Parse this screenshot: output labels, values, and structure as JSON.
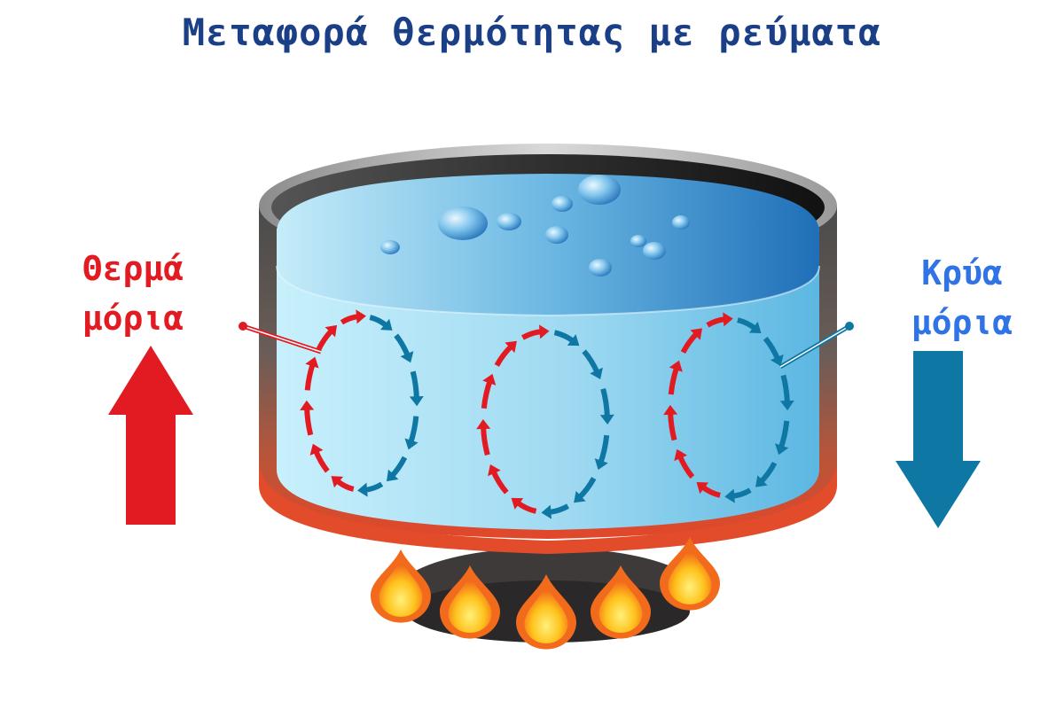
{
  "title": "Μεταφορά θερμότητας με ρεύματα",
  "hot_label": {
    "line1": "Θερμά",
    "line2": "μόρια"
  },
  "cold_label": {
    "line1": "Κρύα",
    "line2": "μόρια"
  },
  "colors": {
    "title": "#1b3f86",
    "hot": "#e21a22",
    "cold": "#2f73e6",
    "cold_arrow": "#0f77a3",
    "water_light": "#bfeaf9",
    "water_dark": "#2a86c8",
    "flame_outer": "#f26a1b",
    "flame_inner": "#ffd21f"
  },
  "icons": [
    "up-arrow-icon",
    "down-arrow-icon",
    "flame-icon",
    "bubble-icon"
  ]
}
